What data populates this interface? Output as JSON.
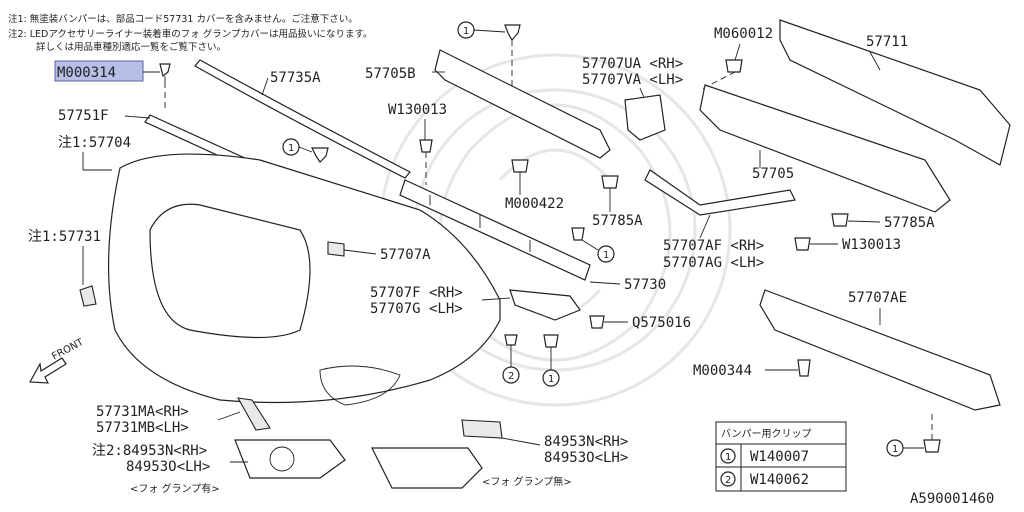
{
  "notes": [
    "注1: 無塗装バンパーは、部品コード57731 カバーを含みません。ご注意下さい。",
    "注2: LEDアクセサリーライナー装着車のフォ グランプカバーは用品扱いになります。",
    "詳しくは用品車種別適応一覧をご覧下さい。"
  ],
  "highlighted_part": "M000314",
  "labels": {
    "p57735A": "57735A",
    "p57705B": "57705B",
    "p57707UA": "57707UA <RH>",
    "p57707VA": "57707VA <LH>",
    "pM060012": "M060012",
    "p57711": "57711",
    "p57751F": "57751F",
    "p57704": "注1:57704",
    "pW130013a": "W130013",
    "p57705": "57705",
    "pM000422": "M000422",
    "p57785Aa": "57785A",
    "p57785Ab": "57785A",
    "p57731": "注1:57731",
    "p57707AF": "57707AF <RH>",
    "p57707AG": "57707AG <LH>",
    "pW130013b": "W130013",
    "p57707A": "57707A",
    "p57730": "57730",
    "p57707F": "57707F <RH>",
    "p57707G": "57707G <LH>",
    "pQ575016": "Q575016",
    "p57707AE": "57707AE",
    "front": "FRONT",
    "pM000344": "M000344",
    "p57731MA": "57731MA<RH>",
    "p57731MB": "57731MB<LH>",
    "p84953N_a": "注2:84953N<RH>",
    "p84953O_a": "84953O<LH>",
    "fog_with": "<フォ グランプ有>",
    "p84953N_b": "84953N<RH>",
    "p84953O_b": "84953O<LH>",
    "fog_without": "<フォ グランプ無>",
    "c1": "1",
    "c2": "2"
  },
  "legend": {
    "title": "バンパー用クリップ",
    "rows": [
      {
        "num": "1",
        "code": "W140007"
      },
      {
        "num": "2",
        "code": "W140062"
      }
    ]
  },
  "diagram_id": "A590001460"
}
